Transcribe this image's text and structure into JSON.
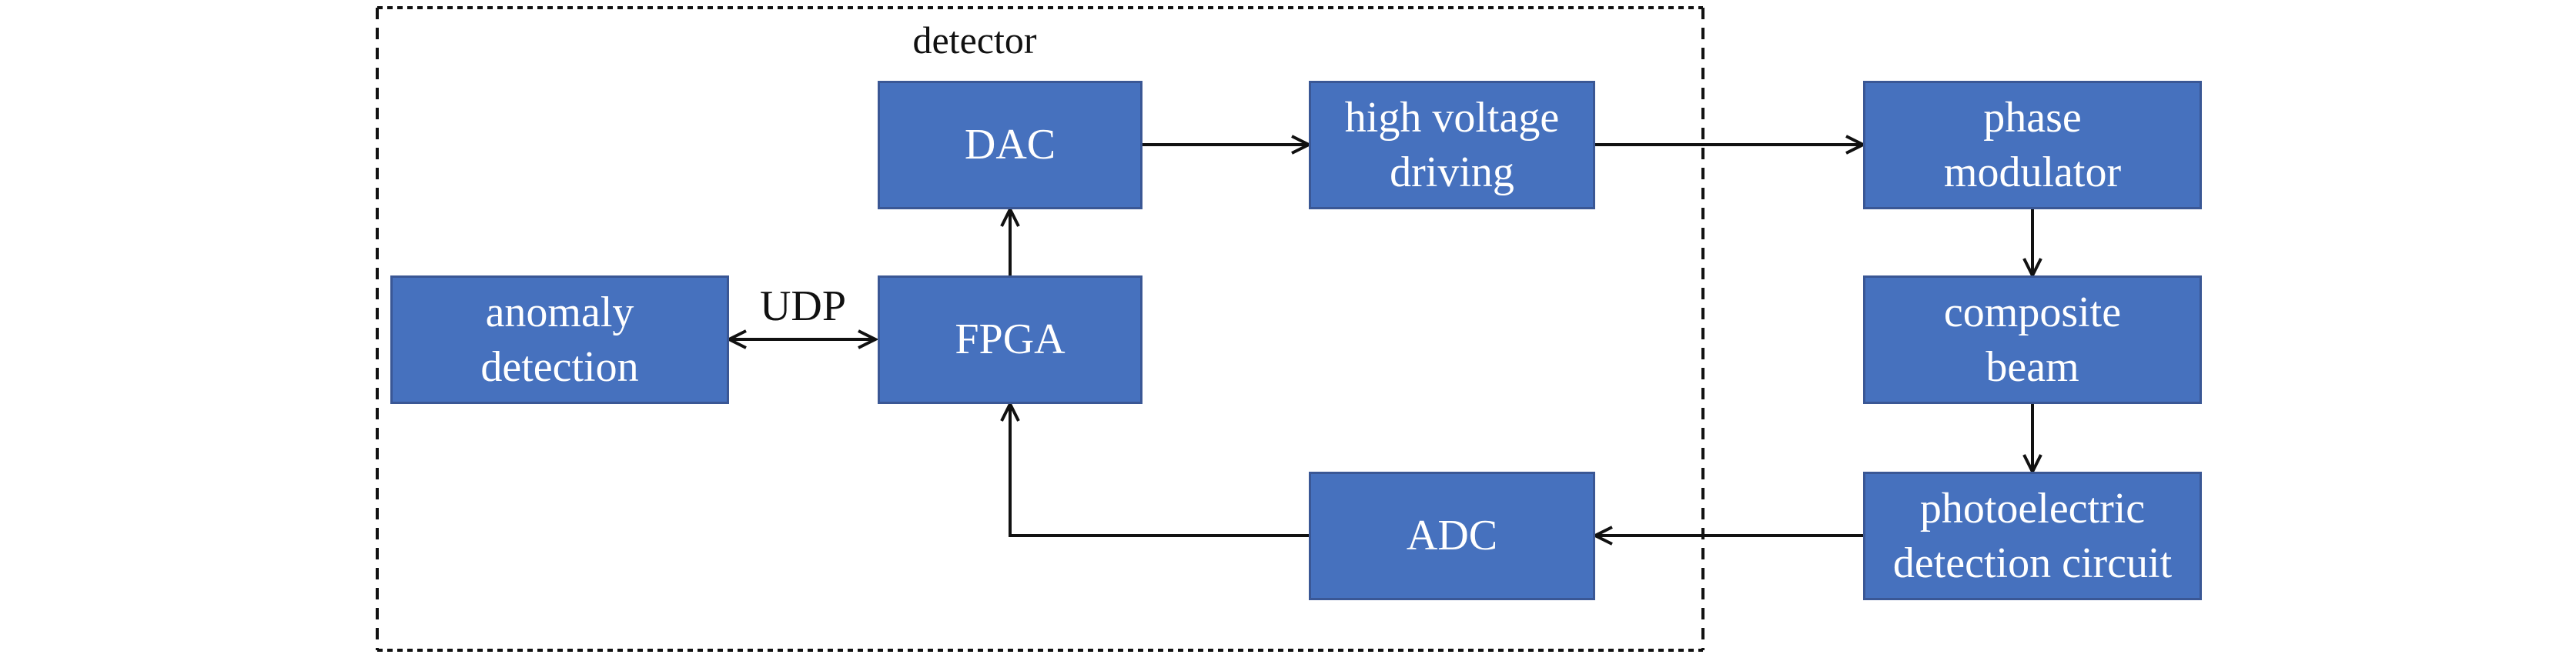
{
  "figure": {
    "container_label": "detector",
    "edge_labels": {
      "udp": "UDP"
    },
    "boxes": [
      {
        "id": "dac",
        "lines": [
          "DAC"
        ]
      },
      {
        "id": "high-voltage-driving",
        "lines": [
          "high voltage",
          "driving"
        ]
      },
      {
        "id": "phase-modulator",
        "lines": [
          "phase",
          "modulator"
        ]
      },
      {
        "id": "anomaly-detection",
        "lines": [
          "anomaly",
          "detection"
        ]
      },
      {
        "id": "fpga",
        "lines": [
          "FPGA"
        ]
      },
      {
        "id": "composite-beam",
        "lines": [
          "composite",
          "beam"
        ]
      },
      {
        "id": "adc",
        "lines": [
          "ADC"
        ]
      },
      {
        "id": "photoelectric-detection-circuit",
        "lines": [
          "photoelectric",
          "detection circuit"
        ]
      }
    ],
    "connections": [
      {
        "from": "dac",
        "to": "high-voltage-driving",
        "style": "arrow"
      },
      {
        "from": "high-voltage-driving",
        "to": "phase-modulator",
        "style": "arrow"
      },
      {
        "from": "phase-modulator",
        "to": "composite-beam",
        "style": "arrow"
      },
      {
        "from": "composite-beam",
        "to": "photoelectric-detection-circuit",
        "style": "arrow"
      },
      {
        "from": "photoelectric-detection-circuit",
        "to": "adc",
        "style": "arrow"
      },
      {
        "from": "adc",
        "to": "fpga",
        "style": "elbow-arrow"
      },
      {
        "from": "fpga",
        "to": "dac",
        "style": "arrow"
      },
      {
        "from": "anomaly-detection",
        "to": "fpga",
        "style": "double-arrow",
        "label": "UDP"
      }
    ],
    "inside_dashed_boundary": [
      "anomaly-detection",
      "fpga",
      "dac",
      "high-voltage-driving",
      "adc"
    ],
    "colors": {
      "box_fill": "#4671BE",
      "box_border": "#3A5795",
      "box_text": "#FFFFFF",
      "line": "#111111",
      "label_text": "#111111",
      "background": "#FFFFFF"
    }
  }
}
